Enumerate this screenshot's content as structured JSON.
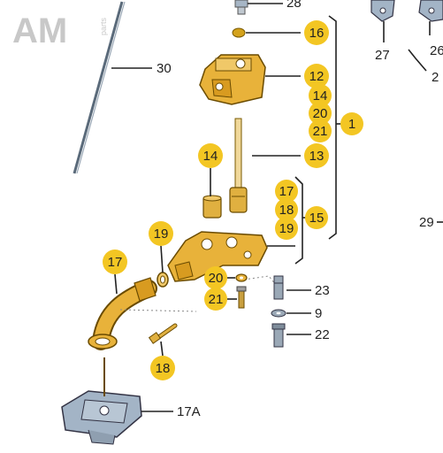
{
  "logo": {
    "text": "AM",
    "subtext": "parts"
  },
  "callouts": {
    "c16": "16",
    "c12": "12",
    "c14a": "14",
    "c20a": "20",
    "c21a": "21",
    "c13": "13",
    "c1": "1",
    "c14b": "14",
    "c17a": "17",
    "c18a": "18",
    "c19a": "19",
    "c15": "15",
    "c19b": "19",
    "c17b": "17",
    "c20b": "20",
    "c21b": "21",
    "c18b": "18"
  },
  "labels": {
    "l28": "28",
    "l30": "30",
    "l27": "27",
    "l26": "26",
    "l2": "2",
    "l29": "29",
    "l23": "23",
    "l9": "9",
    "l22": "22",
    "l17A": "17A"
  }
}
